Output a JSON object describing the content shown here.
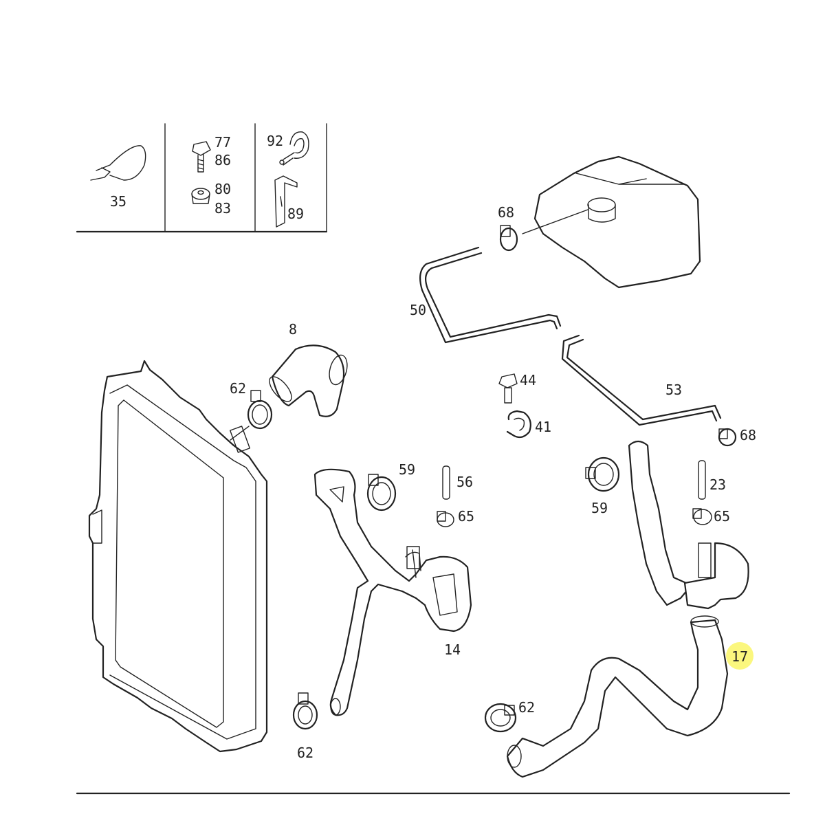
{
  "legend": {
    "cells": [
      {
        "labels": [
          "35"
        ],
        "icon": "cable-tie-icon"
      },
      {
        "labels": [
          "77",
          "86",
          "80",
          "83"
        ],
        "icon": "bolt-icon"
      },
      {
        "labels": [
          "92",
          "89"
        ],
        "icon": "clamp-bracket-icon"
      }
    ]
  },
  "callouts": [
    {
      "id": "c68a",
      "text": "68"
    },
    {
      "id": "c50",
      "text": "50"
    },
    {
      "id": "c8",
      "text": "8"
    },
    {
      "id": "c62a",
      "text": "62"
    },
    {
      "id": "c44",
      "text": "44"
    },
    {
      "id": "c41",
      "text": "41"
    },
    {
      "id": "c53",
      "text": "53"
    },
    {
      "id": "c68b",
      "text": "68"
    },
    {
      "id": "c59a",
      "text": "59"
    },
    {
      "id": "c56",
      "text": "56"
    },
    {
      "id": "c65a",
      "text": "65"
    },
    {
      "id": "c59b",
      "text": "59"
    },
    {
      "id": "c23",
      "text": "23"
    },
    {
      "id": "c65b",
      "text": "65"
    },
    {
      "id": "c14",
      "text": "14"
    },
    {
      "id": "c17",
      "text": "17"
    },
    {
      "id": "c62b",
      "text": "62"
    },
    {
      "id": "c62c",
      "text": "62"
    }
  ],
  "colors": {
    "line": "#222222",
    "highlight": "#fbf77e",
    "background": "#ffffff"
  },
  "highlighted_part": "17"
}
